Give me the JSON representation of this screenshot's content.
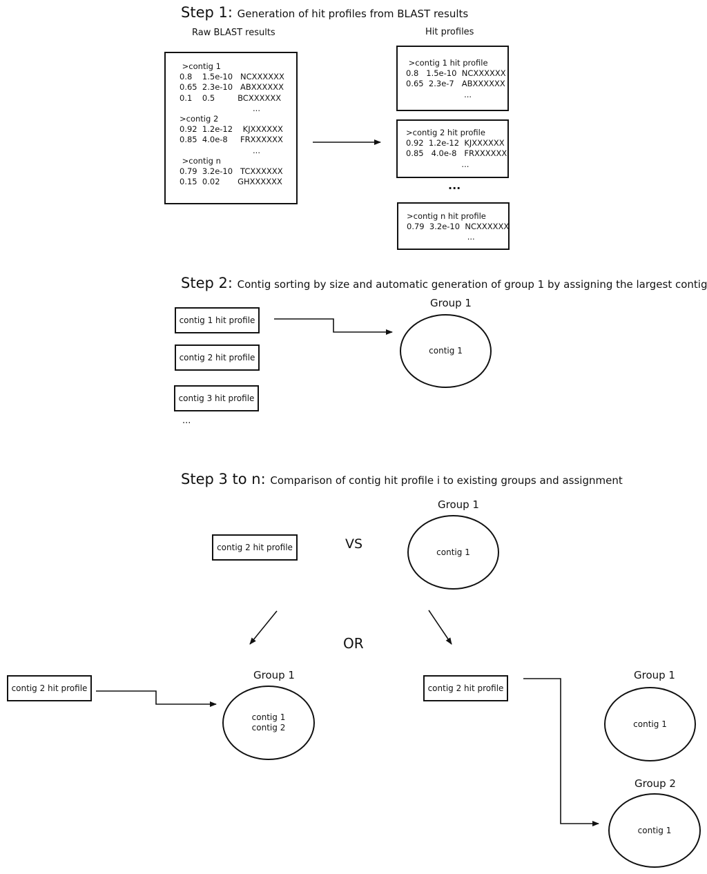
{
  "step1": {
    "title": "Step 1:",
    "desc": "Generation of hit profiles from BLAST results",
    "raw_label": "Raw BLAST results",
    "profiles_label": "Hit profiles",
    "raw_lines": [
      " >contig 1",
      "0.8    1.5e-10   NCXXXXXX",
      "0.65  2.3e-10   ABXXXXXX",
      "0.1    0.5         BCXXXXXX",
      "                             ...",
      ">contig 2",
      "0.92  1.2e-12    KJXXXXXX",
      "0.85  4.0e-8     FRXXXXXX",
      "                             ...",
      " >contig n",
      "0.79  3.2e-10   TCXXXXXX",
      "0.15  0.02       GHXXXXXX"
    ],
    "profile1_lines": [
      " >contig 1 hit profile",
      "0.8   1.5e-10  NCXXXXXX",
      "0.65  2.3e-7   ABXXXXXX",
      "                       ..."
    ],
    "profile2_lines": [
      ">contig 2 hit profile",
      "0.92  1.2e-12  KJXXXXXX",
      "0.85   4.0e-8   FRXXXXXX",
      "                      ..."
    ],
    "between_ellipsis": "...",
    "profilen_lines": [
      ">contig n hit profile",
      "0.79  3.2e-10  NCXXXXXX",
      "                        ..."
    ]
  },
  "step2": {
    "title": "Step 2:",
    "desc": "Contig sorting by size and automatic generation of group 1 by assigning the largest contig",
    "profile_boxes": [
      "contig 1 hit profile",
      "contig 2 hit profile",
      "contig 3 hit profile"
    ],
    "list_ellipsis": "...",
    "group_label": "Group 1",
    "group_content": "contig 1"
  },
  "step3": {
    "title": "Step 3 to n:",
    "desc": "Comparison of contig hit profile i to existing groups and assignment",
    "compare_box": "contig 2 hit profile",
    "vs": "VS",
    "compare_group_label": "Group 1",
    "compare_group_content": "contig 1",
    "or": "OR",
    "left_box": "contig 2 hit profile",
    "left_group_label": "Group 1",
    "left_group_content": [
      "contig 1",
      "contig 2"
    ],
    "right_box": "contig 2 hit profile",
    "right_group1_label": "Group 1",
    "right_group1_content": "contig 1",
    "right_group2_label": "Group 2",
    "right_group2_content": "contig 1"
  }
}
